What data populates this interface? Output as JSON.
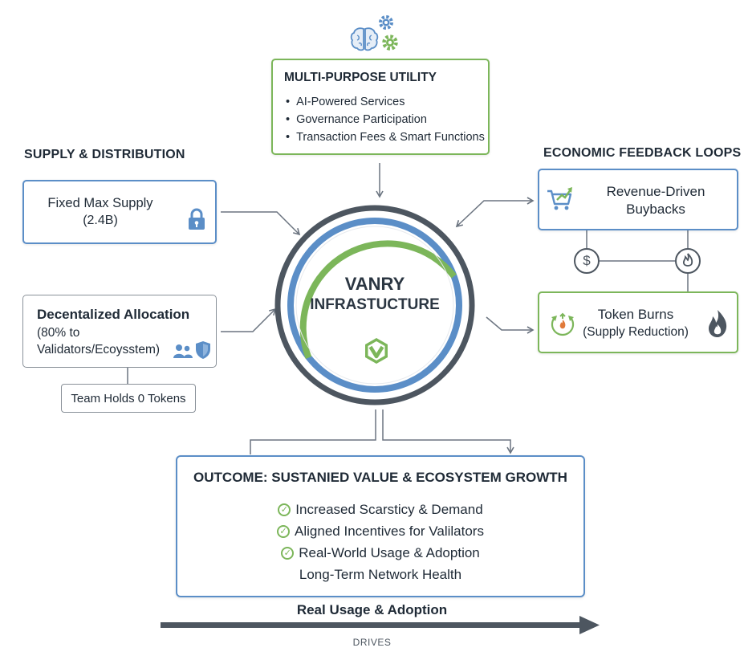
{
  "utility": {
    "title": "MULTI-PURPOSE UTILITY",
    "items": [
      "AI-Powered Services",
      "Governance Participation",
      "Transaction Fees & Smart Functions"
    ]
  },
  "supply": {
    "heading": "SUPPLY & DISTRIBUTION",
    "fixed_line1": "Fixed Max Supply",
    "fixed_line2": "(2.4B)",
    "alloc_title": "Decentalized Allocation",
    "alloc_line2": "(80% to",
    "alloc_line3": "Validators/Ecoysstem)",
    "team": "Team Holds 0 Tokens"
  },
  "center": {
    "line1": "VANRY",
    "line2": "INFRASTUCTURE"
  },
  "economic": {
    "heading": "ECONOMIC FEEDBACK LOOPS",
    "buyback_line1": "Revenue-Driven",
    "buyback_line2": "Buybacks",
    "burn_line1": "Token Burns",
    "burn_line2": "(Supply Reduction)",
    "dollar_symbol": "$"
  },
  "outcome": {
    "title": "OUTCOME: SUSTANIED VALUE & ECOSYSTEM GROWTH",
    "checked_items": [
      "Increased Scarsticy & Demand",
      "Aligned Incentives for Valilators",
      "Real-World Usage & Adoption"
    ],
    "plain_item": "Long-Term Network Health"
  },
  "footer": {
    "arrow_label": "Real Usage & Adoption",
    "drives_label": "DRIVES"
  },
  "colors": {
    "blue": "#5b8ec7",
    "green": "#7cb65a",
    "ring": "#4d5660",
    "arrow": "#6b7480"
  },
  "icons": [
    "brain-icon",
    "gear-icon",
    "lock-icon",
    "users-icon",
    "shield-icon",
    "cart-icon",
    "dollar-icon",
    "flame-icon",
    "vanry-logo-icon"
  ]
}
